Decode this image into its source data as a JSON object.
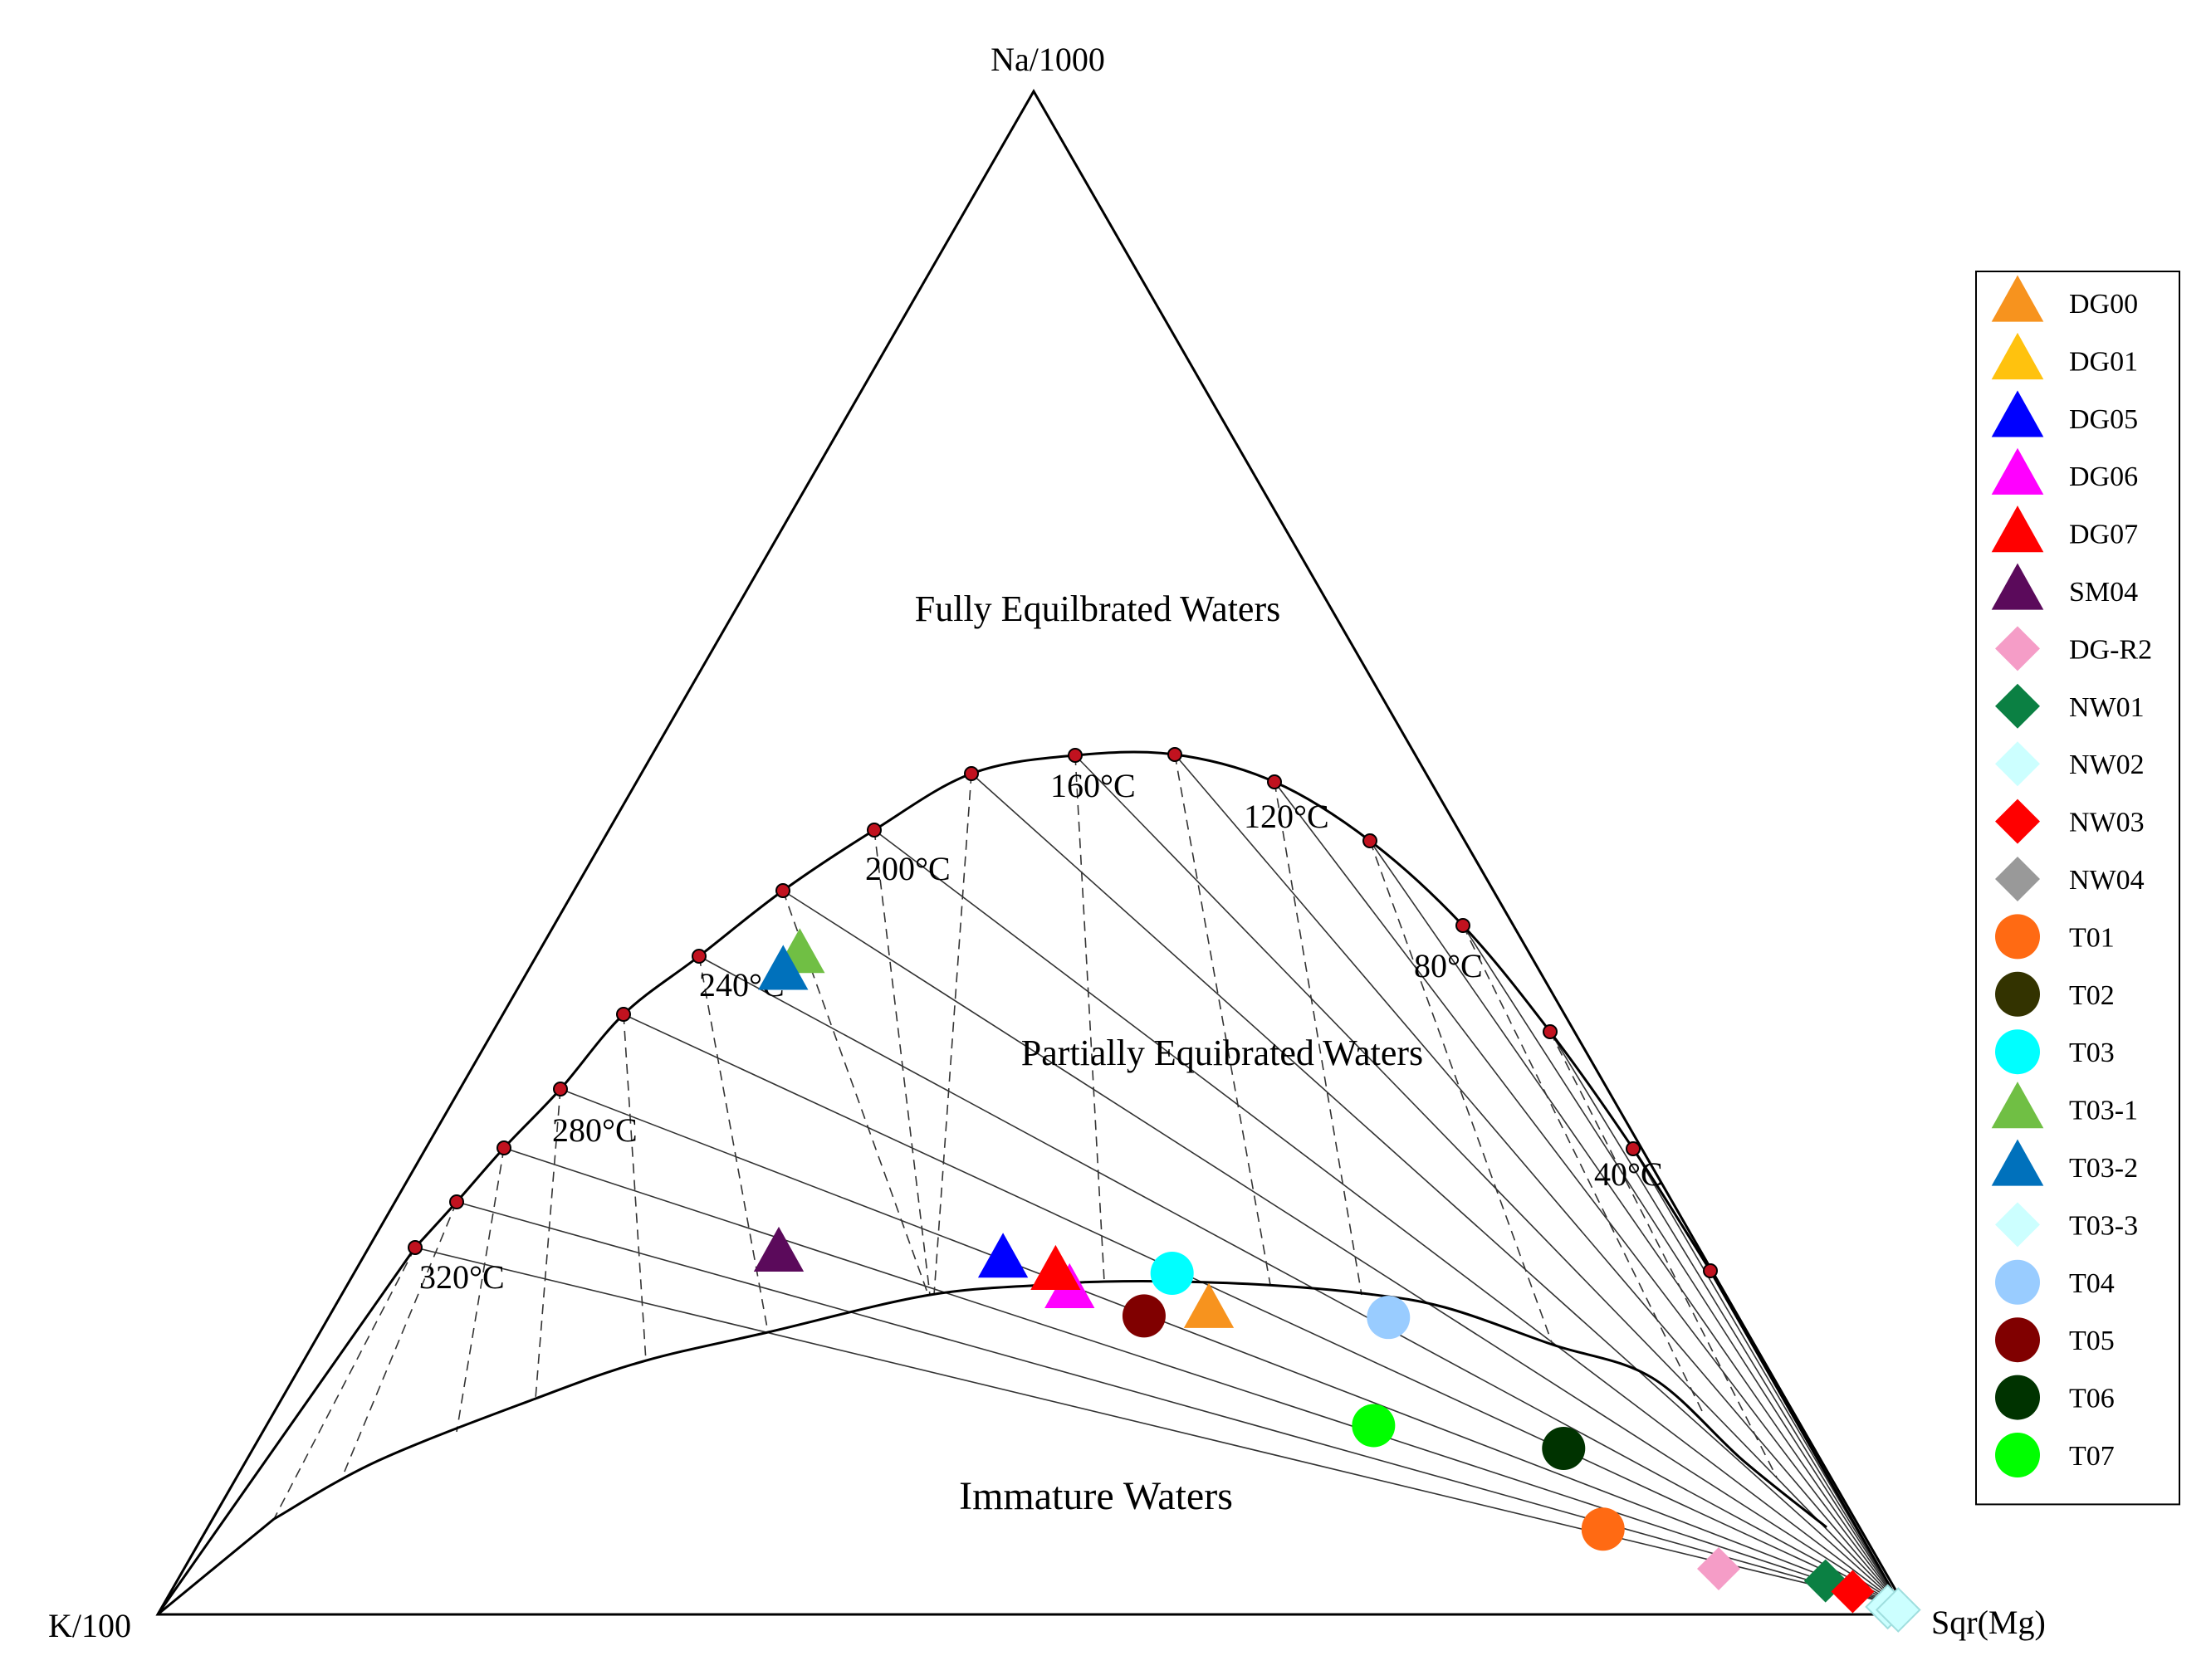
{
  "chart_data": {
    "type": "scatter",
    "subtype": "ternary",
    "vertex_labels": {
      "top": "Na/1000",
      "left": "K/100",
      "right": "Sqr(Mg)"
    },
    "region_labels": [
      "Fully Equilbrated Waters",
      "Partially Equibrated Waters",
      "Immature Waters"
    ],
    "temperature_labels": [
      "320°C",
      "280°C",
      "240°C",
      "200°C",
      "160°C",
      "120°C",
      "80°C",
      "40°C"
    ],
    "legend_position": "right",
    "series": [
      {
        "name": "DG00",
        "marker": "triangle",
        "color": "#F7931E",
        "points": [
          {
            "na": 0.2,
            "k": 0.3,
            "mg": 0.5
          }
        ]
      },
      {
        "name": "DG01",
        "marker": "triangle",
        "color": "#FFC20E",
        "points": []
      },
      {
        "name": "DG05",
        "marker": "triangle",
        "color": "#0000FF",
        "points": [
          {
            "na": 0.233,
            "k": 0.401,
            "mg": 0.366
          }
        ]
      },
      {
        "name": "DG06",
        "marker": "triangle",
        "color": "#FF00FF",
        "points": [
          {
            "na": 0.213,
            "k": 0.373,
            "mg": 0.414
          }
        ]
      },
      {
        "name": "DG07",
        "marker": "triangle",
        "color": "#FF0000",
        "points": [
          {
            "na": 0.225,
            "k": 0.375,
            "mg": 0.4
          }
        ]
      },
      {
        "name": "SM04",
        "marker": "triangle",
        "color": "#5B0A5B",
        "points": [
          {
            "na": 0.237,
            "k": 0.527,
            "mg": 0.236
          }
        ]
      },
      {
        "name": "DG-R2",
        "marker": "diamond",
        "color": "#F59DC7",
        "points": [
          {
            "na": 0.03,
            "k": 0.094,
            "mg": 0.876
          }
        ]
      },
      {
        "name": "NW01",
        "marker": "diamond",
        "color": "#0B8043",
        "points": [
          {
            "na": 0.022,
            "k": 0.037,
            "mg": 0.941
          }
        ]
      },
      {
        "name": "NW02",
        "marker": "diamond",
        "color": "#CCFFFF",
        "points": [
          {
            "na": 0.005,
            "k": 0.01,
            "mg": 0.985
          }
        ]
      },
      {
        "name": "NW03",
        "marker": "diamond",
        "color": "#FF0000",
        "points": [
          {
            "na": 0.015,
            "k": 0.025,
            "mg": 0.96
          }
        ]
      },
      {
        "name": "NW04",
        "marker": "diamond",
        "color": "#999999",
        "points": []
      },
      {
        "name": "T01",
        "marker": "circle",
        "color": "#FF6A13",
        "points": [
          {
            "na": 0.056,
            "k": 0.147,
            "mg": 0.797
          }
        ]
      },
      {
        "name": "T02",
        "marker": "circle",
        "color": "#333300",
        "points": []
      },
      {
        "name": "T03",
        "marker": "circle",
        "color": "#00FFFF",
        "points": [
          {
            "na": 0.224,
            "k": 0.309,
            "mg": 0.467
          }
        ]
      },
      {
        "name": "T03-1",
        "marker": "triangle",
        "color": "#70BF44",
        "points": [
          {
            "na": 0.433,
            "k": 0.417,
            "mg": 0.15
          }
        ]
      },
      {
        "name": "T03-2",
        "marker": "triangle",
        "color": "#0071BC",
        "points": [
          {
            "na": 0.422,
            "k": 0.432,
            "mg": 0.146
          }
        ]
      },
      {
        "name": "T03-3",
        "marker": "diamond",
        "color": "#CCFFFF",
        "points": [
          {
            "na": 0.003,
            "k": 0.005,
            "mg": 0.992
          }
        ]
      },
      {
        "name": "T04",
        "marker": "circle",
        "color": "#99CCFF",
        "points": [
          {
            "na": 0.195,
            "k": 0.2,
            "mg": 0.605
          }
        ]
      },
      {
        "name": "T05",
        "marker": "circle",
        "color": "#800000",
        "points": [
          {
            "na": 0.196,
            "k": 0.339,
            "mg": 0.465
          }
        ]
      },
      {
        "name": "T06",
        "marker": "circle",
        "color": "#003300",
        "points": [
          {
            "na": 0.109,
            "k": 0.143,
            "mg": 0.748
          }
        ]
      },
      {
        "name": "T07",
        "marker": "circle",
        "color": "#00FF00",
        "points": [
          {
            "na": 0.124,
            "k": 0.244,
            "mg": 0.632
          }
        ]
      }
    ]
  }
}
